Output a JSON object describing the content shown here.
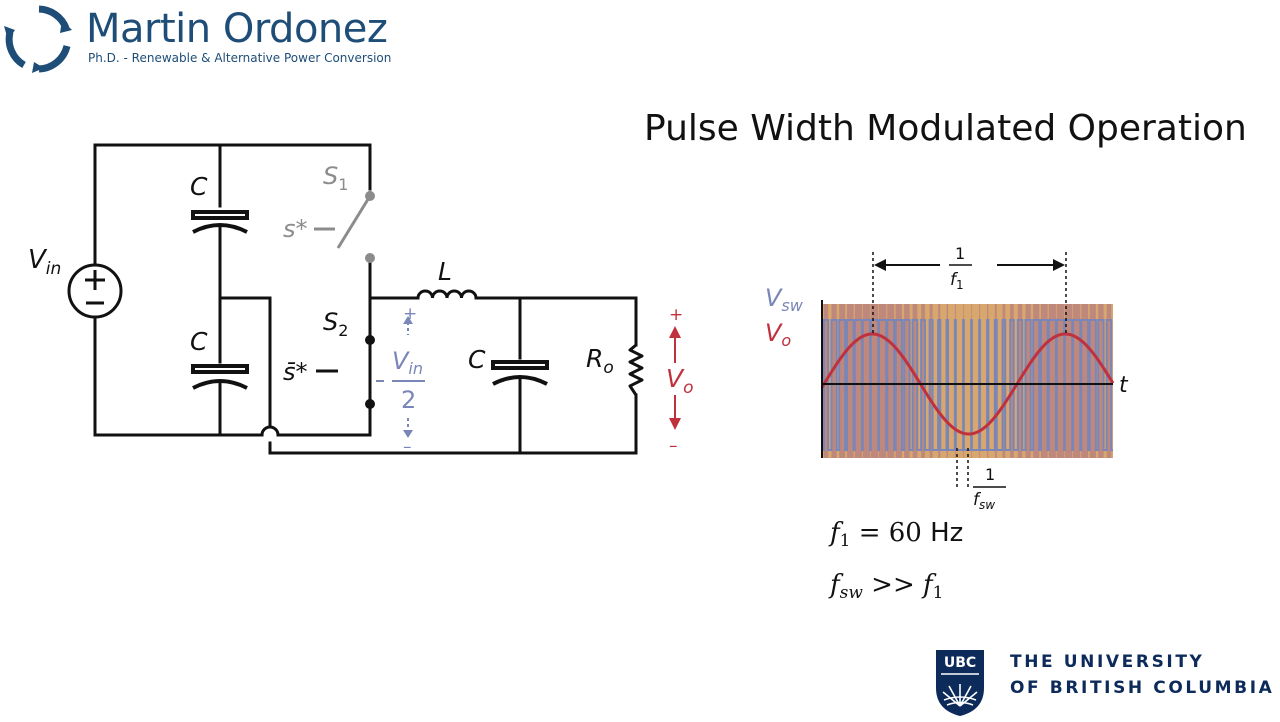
{
  "header": {
    "name": "Martin Ordonez",
    "subtitle": "Ph.D. - Renewable & Alternative Power Conversion"
  },
  "slide": {
    "title": "Pulse Width Modulated Operation"
  },
  "circuit": {
    "vin_label": "V",
    "vin_sub": "in",
    "cap_top_label": "C",
    "cap_bottom_label": "C",
    "cap_out_label": "C",
    "switch1_label": "S",
    "switch1_sub": "1",
    "switch2_label": "S",
    "switch2_sub": "2",
    "gate1_label": "s*",
    "gate2_label": "s̄*",
    "inductor_label": "L",
    "load_label": "R",
    "load_sub": "o",
    "half_vin_num": "V",
    "half_vin_sub": "in",
    "half_vin_den": "2",
    "vo_label": "V",
    "vo_sub": "o",
    "plus": "+",
    "minus": "–"
  },
  "waveform": {
    "vsw_label": "V",
    "vsw_sub": "sw",
    "vo_label": "V",
    "vo_sub": "o",
    "t_label": "t",
    "period_num": "1",
    "period_den": "f",
    "period_den_sub": "1",
    "sw_period_num": "1",
    "sw_period_den": "f",
    "sw_period_den_sub": "sw",
    "colors": {
      "vsw": "#7a86b8",
      "vo": "#c0313e",
      "band_orange": "#d7a76e",
      "band_purple": "#a66a8a"
    }
  },
  "equations": {
    "eq1_f": "f",
    "eq1_sub": "1",
    "eq1_rest": " = 60 ",
    "eq1_unit": "Hz",
    "eq2_f": "f",
    "eq2_sub": "sw",
    "eq2_rest": " >> ",
    "eq2_f2": "f",
    "eq2_sub2": "1"
  },
  "ubc": {
    "badge": "UBC",
    "line1": "THE UNIVERSITY",
    "line2": "OF BRITISH COLUMBIA"
  }
}
